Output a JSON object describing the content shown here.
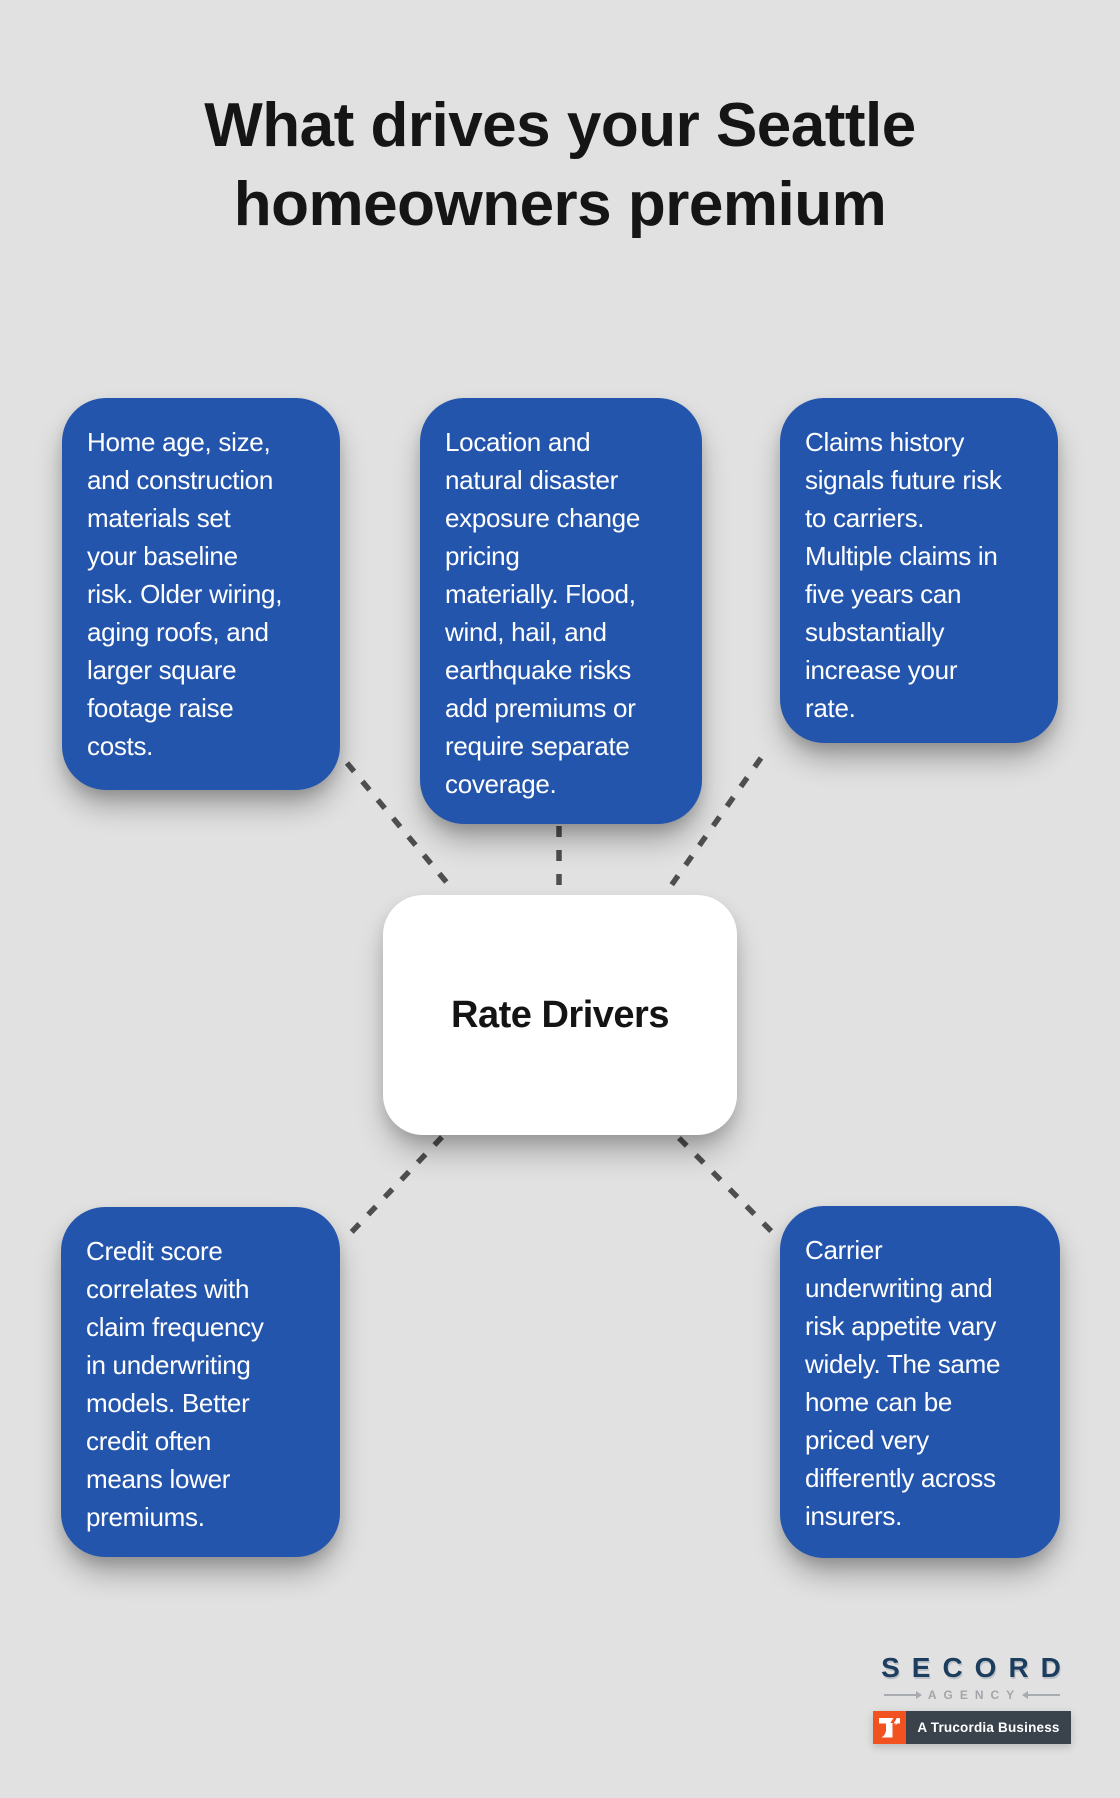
{
  "background": "#e0e1e0",
  "title": {
    "full": "What drives your Seattle homeowners premium",
    "line1": "What drives your Seattle",
    "line2": "homeowners premium"
  },
  "diagram": {
    "center": {
      "label": "Rate Drivers"
    },
    "nodes": [
      {
        "id": "home-characteristics",
        "position": "top-left",
        "text": "Home age, size,\nand construction\nmaterials set\nyour baseline\nrisk. Older wiring,\naging roofs, and\nlarger square\nfootage raise\ncosts."
      },
      {
        "id": "location-disaster",
        "position": "top-middle",
        "text": "Location and\nnatural disaster\nexposure change\npricing\nmaterially. Flood,\nwind, hail, and\nearthquake risks\nadd premiums or\nrequire separate\ncoverage."
      },
      {
        "id": "claims-history",
        "position": "top-right",
        "text": "Claims history\nsignals future risk\nto carriers.\nMultiple claims in\nfive years can\nsubstantially\nincrease your\nrate."
      },
      {
        "id": "credit-score",
        "position": "bottom-left",
        "text": "Credit score\ncorrelates with\nclaim frequency\nin underwriting\nmodels. Better\ncredit often\nmeans lower\npremiums."
      },
      {
        "id": "carrier-underwriting",
        "position": "bottom-right",
        "text": "Carrier\nunderwriting and\nrisk appetite vary\nwidely. The same\nhome can be\npriced very\ndifferently across\ninsurers."
      }
    ],
    "colors": {
      "node_bg": "#2455ad",
      "node_text": "#ffffff",
      "center_bg": "#ffffff",
      "center_text": "#141414",
      "connector": "#4e4e4e"
    }
  },
  "footer": {
    "brand_name": "SECORD",
    "brand_subtitle": "AGENCY",
    "badge_label": "A Trucordia Business",
    "colors": {
      "brand_navy": "#1d3d5f",
      "subtitle_gray": "#a2a6aa",
      "badge_orange": "#f1521f",
      "badge_slate": "#3a424c"
    }
  }
}
